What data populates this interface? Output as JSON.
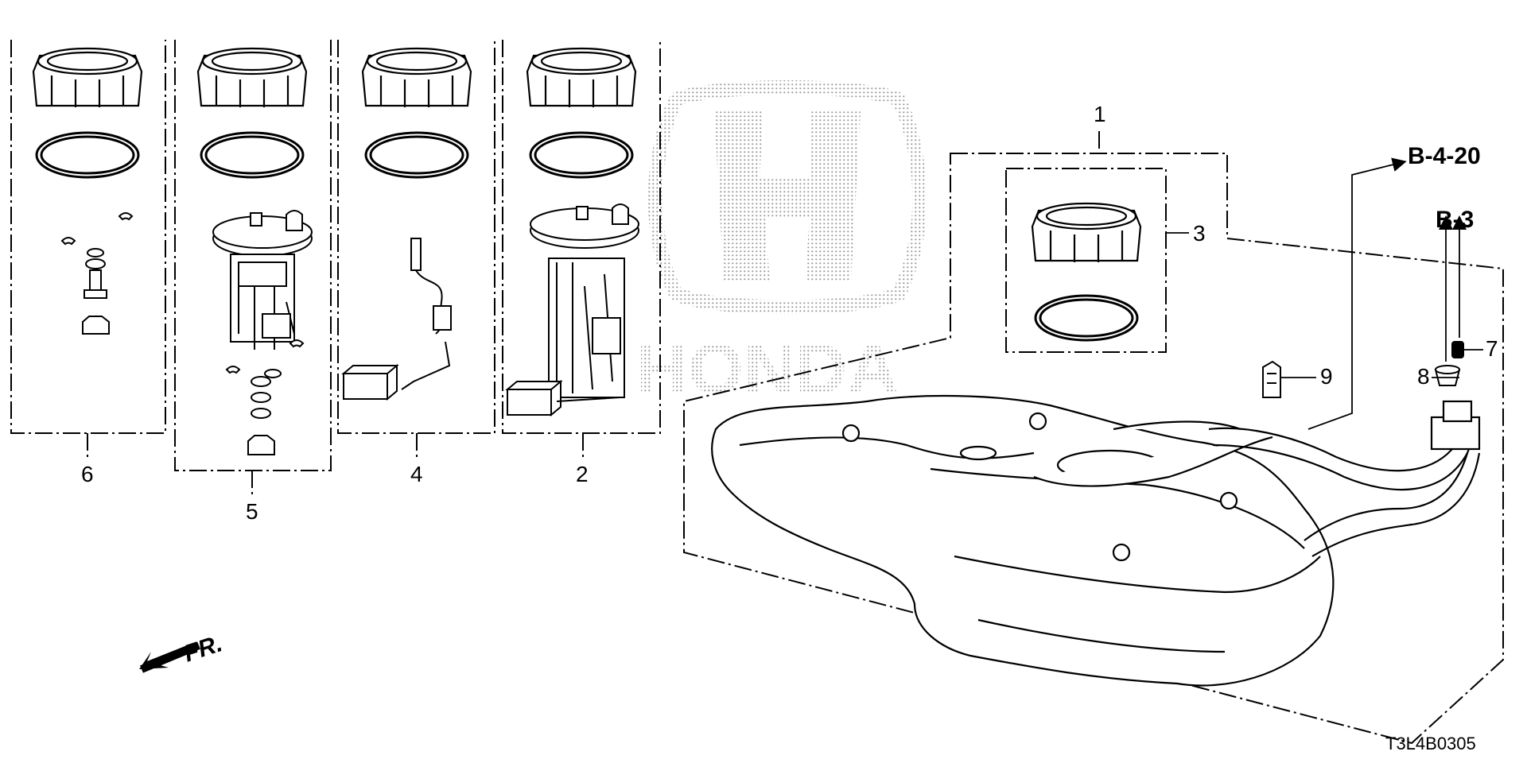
{
  "callouts": {
    "c1": "1",
    "c2": "2",
    "c3": "3",
    "c4": "4",
    "c5": "5",
    "c6": "6",
    "c7": "7",
    "c8": "8",
    "c9": "9"
  },
  "refs": {
    "b420": "B-4-20",
    "b3": "B-3"
  },
  "direction": "FR.",
  "diagram_code": "T3L4B0305",
  "watermark": "HONDA"
}
